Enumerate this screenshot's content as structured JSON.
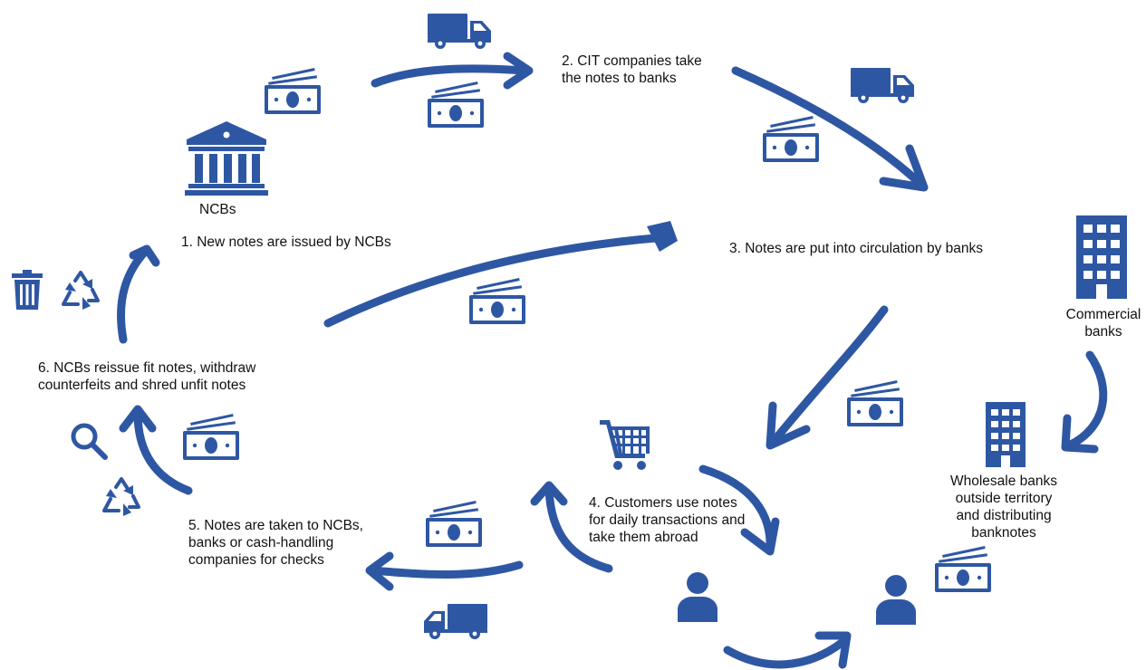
{
  "theme": {
    "accent": "#2e57a3"
  },
  "steps": {
    "s1": "1. New notes are issued by NCBs",
    "s2": "2. CIT companies take\nthe notes to banks",
    "s3": "3. Notes are put into circulation by banks",
    "s4": "4. Customers use notes\nfor daily transactions and\ntake them abroad",
    "s5": "5. Notes are taken to NCBs,\nbanks or cash-handling\ncompanies for checks",
    "s6": "6. NCBs reissue fit notes, withdraw\ncounterfeits and shred unfit notes"
  },
  "actors": {
    "ncbs": "NCBs",
    "commercial_banks": "Commercial\nbanks",
    "wholesale_banks": "Wholesale banks\noutside territory\nand distributing\nbanknotes"
  },
  "icons": [
    "central-bank-icon",
    "truck-icon",
    "banknote-icon",
    "office-building-icon",
    "shopping-cart-icon",
    "person-icon",
    "trash-bin-icon",
    "recycle-icon",
    "magnifier-icon"
  ]
}
